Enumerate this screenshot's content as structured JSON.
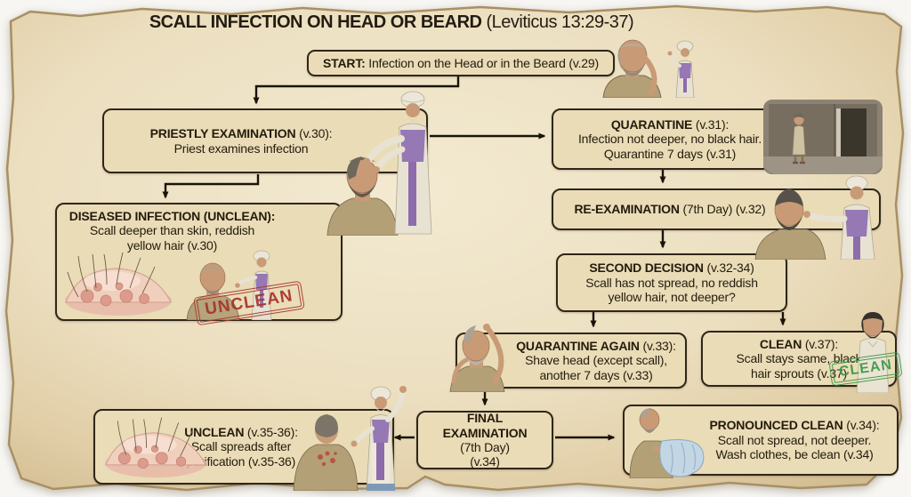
{
  "title": {
    "bold": "SCALL INFECTION ON HEAD OR BEARD",
    "rest": " (Leviticus 13:29-37)"
  },
  "start": {
    "bold": "START:",
    "rest": " Infection on the Head or in the Beard (v.29)"
  },
  "nodes": {
    "priestly_exam": {
      "bold": "PRIESTLY EXAMINATION",
      "rest": " (v.30):",
      "lines": [
        "Priest examines infection"
      ]
    },
    "diseased_infection": {
      "bold": "DISEASED INFECTION (UNCLEAN):",
      "rest": "",
      "lines": [
        "Scall deeper than skin, reddish",
        "yellow hair (v.30)"
      ]
    },
    "quarantine": {
      "bold": "QUARANTINE",
      "rest": " (v.31):",
      "lines": [
        "Infection not deeper, no black hair.",
        "Quarantine 7 days (v.31)"
      ]
    },
    "re_examination": {
      "bold": "RE-EXAMINATION",
      "rest": " (7th Day) (v.32)",
      "lines": []
    },
    "second_decision": {
      "bold": "SECOND DECISION",
      "rest": " (v.32-34)",
      "lines": [
        "Scall has not spread, no reddish",
        "yellow hair, not deeper?"
      ]
    },
    "quarantine_again": {
      "bold": "QUARANTINE AGAIN",
      "rest": " (v.33):",
      "lines": [
        "Shave head (except scall),",
        "another 7 days (v.33)"
      ]
    },
    "clean": {
      "bold": "CLEAN",
      "rest": " (v.37):",
      "lines": [
        "Scall stays same, black",
        "hair sprouts (v.37)"
      ]
    },
    "final_examination": {
      "bold": "FINAL EXAMINATION",
      "rest": "",
      "lines": [
        "(7th Day)",
        "(v.34)"
      ]
    },
    "unclean": {
      "bold": "UNCLEAN",
      "rest": " (v.35-36):",
      "lines": [
        "Scall spreads after",
        "purification (v.35-36)"
      ]
    },
    "pronounced_clean": {
      "bold": "PRONOUNCED CLEAN",
      "rest": " (v.34):",
      "lines": [
        "Scall not spread, not deeper.",
        "Wash clothes, be clean (v.34)"
      ]
    }
  },
  "stamps": {
    "unclean": "UNCLEAN",
    "clean": "CLEAN"
  },
  "colors": {
    "box_fill": "#e9dcb7",
    "box_border": "#2f2619",
    "parchment": "#ecdfc0",
    "stamp_red": "#a8352c",
    "stamp_green": "#3f9747"
  },
  "illustrations": [
    "man pointing at head with priest",
    "priest examining man's head",
    "diseased skin patch with hairs",
    "priest talking to infected man",
    "man alone in quarantine room",
    "priest re-examining seated man",
    "man shaving his head",
    "clean man with black hair",
    "spreading skin infection",
    "priest declaring man unclean",
    "man washing clothes"
  ]
}
